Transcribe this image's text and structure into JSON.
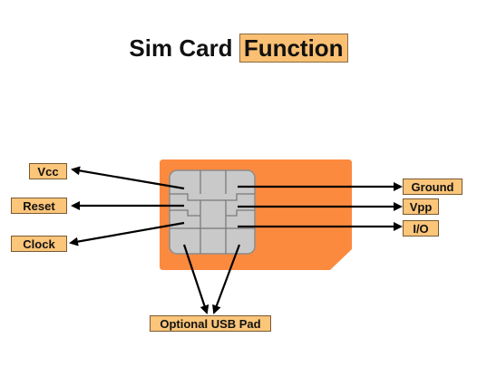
{
  "title": {
    "prefix": "Sim Card",
    "highlight": "Function"
  },
  "labels": {
    "vcc": "Vcc",
    "reset": "Reset",
    "clock": "Clock",
    "ground": "Ground",
    "vpp": "Vpp",
    "io": "I/O",
    "usb": "Optional USB Pad"
  },
  "colors": {
    "card": "#fb8a3f",
    "chip": "#c9c9c9",
    "label_bg": "#fbc57a",
    "arrow": "#000000"
  }
}
